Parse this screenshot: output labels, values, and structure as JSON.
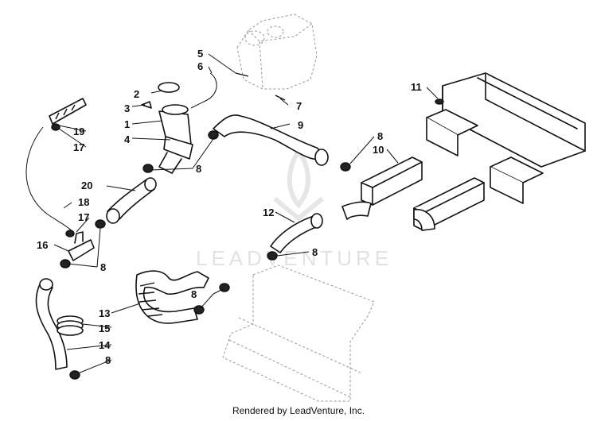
{
  "watermark": {
    "text": "LEADVENTURE"
  },
  "footer": {
    "text": "Rendered by LeadVenture, Inc."
  },
  "callouts": {
    "c1": "1",
    "c2": "2",
    "c3": "3",
    "c4": "4",
    "c5": "5",
    "c6": "6",
    "c7": "7",
    "c8a": "8",
    "c8b": "8",
    "c8c": "8",
    "c8d": "8",
    "c8e": "8",
    "c8f": "8",
    "c9": "9",
    "c10": "10",
    "c11": "11",
    "c12": "12",
    "c13": "13",
    "c14": "14",
    "c15": "15",
    "c16": "16",
    "c17a": "17",
    "c17b": "17",
    "c18": "18",
    "c19": "19",
    "c20": "20"
  }
}
